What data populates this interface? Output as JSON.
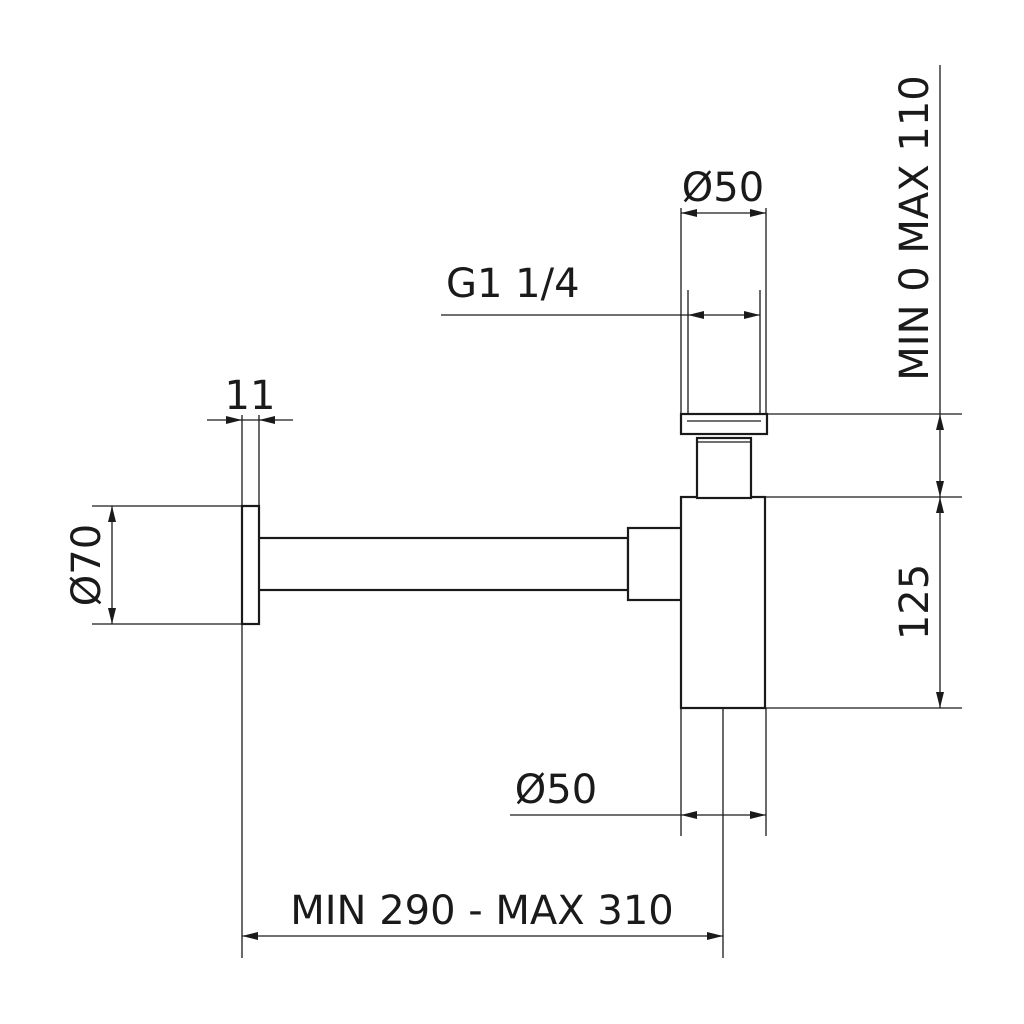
{
  "dimensions": {
    "top_diameter": "Ø50",
    "thread": "G1 1/4",
    "height_adjust": "MIN 0 MAX 110",
    "flange_thickness": "11",
    "flange_diameter": "Ø70",
    "body_height": "125",
    "outlet_diameter": "Ø50",
    "length": "MIN 290 -  MAX 310"
  }
}
